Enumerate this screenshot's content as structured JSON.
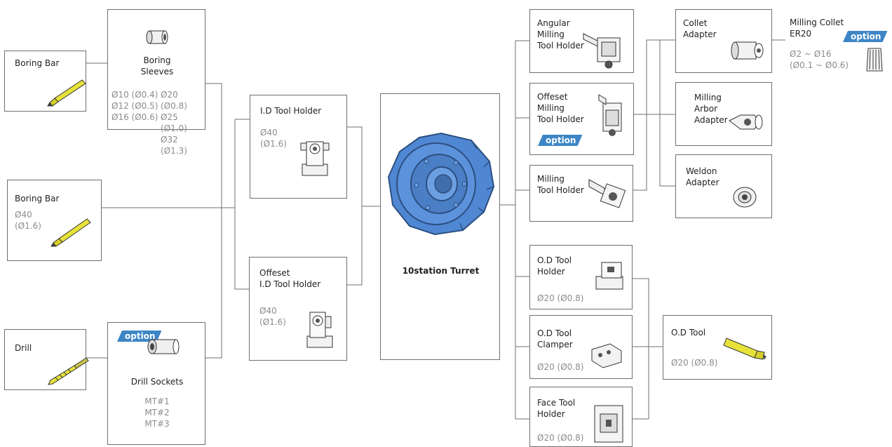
{
  "colors": {
    "turret_blue": "#4f87d3",
    "tool_yellow": "#e7e23a",
    "badge_blue": "#3d86c6",
    "line_gray": "#6f6f6f"
  },
  "center": {
    "label": "10station Turret",
    "icon": "turret-icon"
  },
  "left": {
    "boring_bar_1": {
      "label": "Boring Bar",
      "icon": "boring-bar-icon"
    },
    "boring_sleeves": {
      "label": "Boring\nSleeves",
      "col1": "Ø10 (Ø0.4)\nØ12 (Ø0.5)\nØ16 (Ø0.6)",
      "col2": "Ø20 (Ø0.8)\nØ25 (Ø1.0)\nØ32 (Ø1.3)",
      "icon": "sleeve-icon"
    },
    "boring_bar_2": {
      "label": "Boring Bar",
      "spec": "Ø40\n(Ø1.6)",
      "icon": "boring-bar-icon"
    },
    "drill": {
      "label": "Drill",
      "icon": "drill-icon"
    },
    "drill_sockets": {
      "label": "Drill Sockets",
      "spec": "MT#1\nMT#2\nMT#3",
      "badge": "option",
      "icon": "drill-socket-icon"
    },
    "id_holder": {
      "label": "I.D Tool Holder",
      "spec": "Ø40\n(Ø1.6)",
      "icon": "id-holder-icon"
    },
    "offset_id_holder": {
      "label": "Offeset\nI.D Tool Holder",
      "spec": "Ø40\n(Ø1.6)",
      "icon": "offset-id-holder-icon"
    }
  },
  "right": {
    "angular": {
      "label": "Angular\nMilling\nTool Holder",
      "icon": "angular-holder-icon"
    },
    "offset_milling": {
      "label": "Offeset\nMilling\nTool Holder",
      "badge": "option",
      "icon": "offset-milling-icon"
    },
    "milling": {
      "label": "Milling\nTool Holder",
      "icon": "milling-holder-icon"
    },
    "collet_adapter": {
      "label": "Collet\nAdapter",
      "icon": "collet-adapter-icon"
    },
    "milling_collet": {
      "label": "Milling Collet\nER20",
      "spec": "Ø2 ~ Ø16\n(Ø0.1 ~ Ø0.6)",
      "badge": "option",
      "icon": "collet-icon"
    },
    "milling_arbor": {
      "label": "Milling\nArbor\nAdapter",
      "icon": "arbor-adapter-icon"
    },
    "weldon": {
      "label": "Weldon\nAdapter",
      "icon": "weldon-adapter-icon"
    },
    "od_holder": {
      "label": "O.D Tool\nHolder",
      "spec": "Ø20 (Ø0.8)",
      "icon": "od-holder-icon"
    },
    "od_clamper": {
      "label": "O.D Tool\nClamper",
      "spec": "Ø20 (Ø0.8)",
      "icon": "od-clamper-icon"
    },
    "face_holder": {
      "label": "Face Tool\nHolder",
      "spec": "Ø20 (Ø0.8)",
      "icon": "face-holder-icon"
    },
    "od_tool": {
      "label": "O.D Tool",
      "spec": "Ø20 (Ø0.8)",
      "icon": "od-tool-icon"
    }
  }
}
